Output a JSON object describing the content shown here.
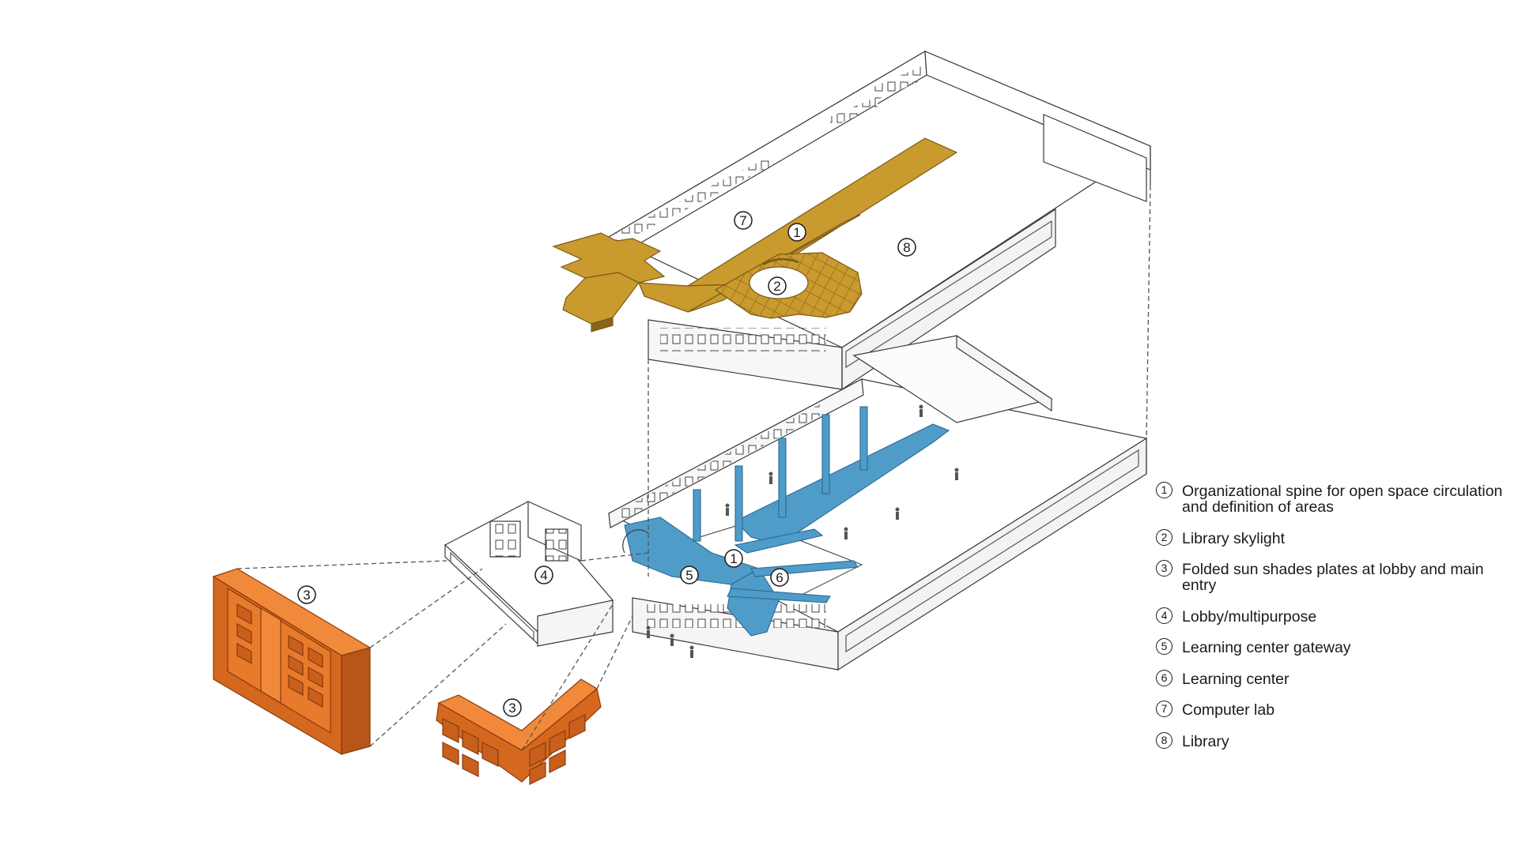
{
  "callouts": [
    "1",
    "2",
    "3",
    "4",
    "5",
    "6",
    "7",
    "8"
  ],
  "legend": [
    {
      "num": "1",
      "text": "Organizational spine for open space circulation and definition of areas"
    },
    {
      "num": "2",
      "text": "Library skylight"
    },
    {
      "num": "3",
      "text": "Folded sun shades plates at lobby and main entry"
    },
    {
      "num": "4",
      "text": "Lobby/multipurpose"
    },
    {
      "num": "5",
      "text": "Learning center gateway"
    },
    {
      "num": "6",
      "text": "Learning center"
    },
    {
      "num": "7",
      "text": "Computer lab"
    },
    {
      "num": "8",
      "text": "Library"
    }
  ],
  "colors": {
    "spine_upper": "#c99a2e",
    "spine_lower": "#4f9cc9",
    "sun_shades": "#d4681f",
    "line": "#3a3a3a"
  },
  "icons": [
    "upper-floor-axonometric",
    "ground-floor-axonometric",
    "lobby-block",
    "sun-shade-panel",
    "sun-shade-corner"
  ]
}
